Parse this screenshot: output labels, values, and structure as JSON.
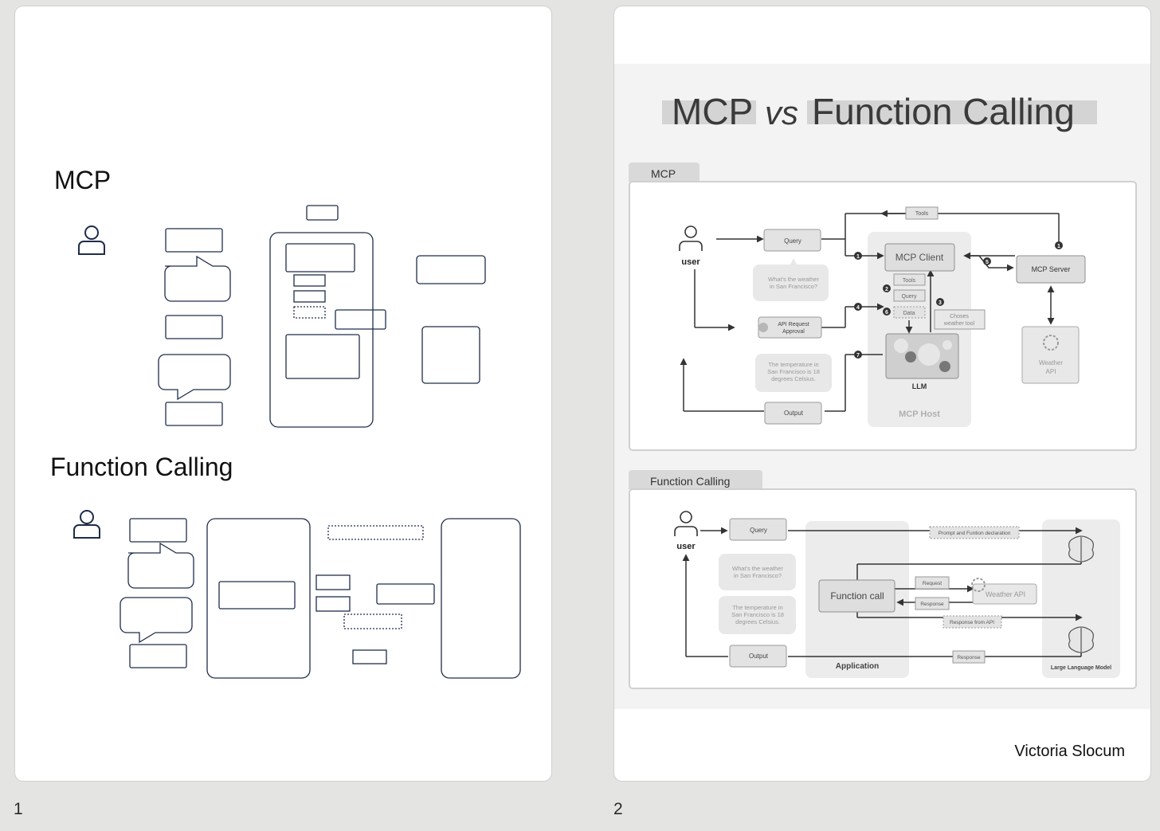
{
  "pages": [
    {
      "number": "1"
    },
    {
      "number": "2"
    }
  ],
  "page1": {
    "mcp_heading": "MCP",
    "fc_heading": "Function Calling"
  },
  "page2": {
    "title_mcp": "MCP",
    "title_vs": "vs",
    "title_fc": "Function Calling",
    "mcp_tab": "MCP",
    "fc_tab": "Function Calling",
    "author": "Victoria Slocum",
    "mcp": {
      "user": "user",
      "query": "Query",
      "tools_top": "Tools",
      "bubble_question": "What's the weather in San Francisco?",
      "api_request": "API Request Approval",
      "bubble_answer": "The temperature in San Francisco is 18 degrees Celsius.",
      "output": "Output",
      "mcp_client": "MCP Client",
      "tools": "Tools",
      "query_small": "Query",
      "data": "Data",
      "chooses": "Choses weather tool",
      "llm": "LLM",
      "mcp_host": "MCP Host",
      "mcp_server": "MCP Server",
      "weather_api": "Weather API",
      "steps": [
        "1",
        "2",
        "3",
        "4",
        "5",
        "6",
        "7"
      ]
    },
    "fc": {
      "user": "user",
      "query": "Query",
      "bubble_question": "What's the weather in San Francisco?",
      "bubble_answer": "The temperature in San Francisco is 18 degrees Celsius.",
      "output": "Output",
      "prompt_decl": "Prompt and Funtion declaration",
      "function_call": "Function call",
      "request": "Request",
      "response": "Response",
      "weather_api": "Weather API",
      "response_api": "Response from API",
      "response_bottom": "Response",
      "application": "Application",
      "llm_label": "Large Language Model"
    }
  },
  "colors": {
    "outline": "#1f2d4a",
    "box_fill": "#e3e3e3",
    "box_stroke": "#9a9a9a",
    "arrow": "#333333",
    "panel_bg": "#f3f3f3"
  }
}
